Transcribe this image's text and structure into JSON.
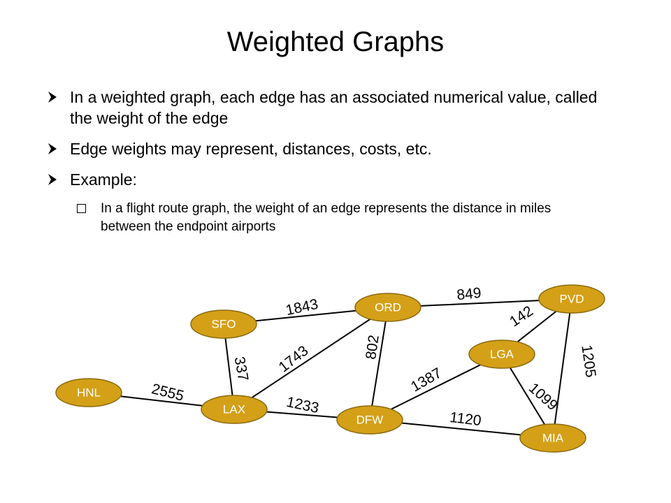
{
  "title": "Weighted Graphs",
  "bullets": [
    "In a weighted graph, each edge has an associated numerical value, called the weight of the edge",
    "Edge weights may represent, distances, costs, etc.",
    "Example:"
  ],
  "sub_bullet": "In a  flight route graph, the weight of an edge represents the distance in miles between the endpoint airports",
  "colors": {
    "node_fill": "#d4a017",
    "node_stroke": "#8a6a10",
    "edge": "#000000"
  },
  "graph": {
    "nodes": [
      "HNL",
      "LAX",
      "SFO",
      "ORD",
      "DFW",
      "PVD",
      "LGA",
      "MIA"
    ],
    "edges": [
      {
        "from": "HNL",
        "to": "LAX",
        "weight": "2555"
      },
      {
        "from": "SFO",
        "to": "LAX",
        "weight": "337"
      },
      {
        "from": "SFO",
        "to": "ORD",
        "weight": "1843"
      },
      {
        "from": "LAX",
        "to": "ORD",
        "weight": "1743"
      },
      {
        "from": "LAX",
        "to": "DFW",
        "weight": "1233"
      },
      {
        "from": "ORD",
        "to": "DFW",
        "weight": "802"
      },
      {
        "from": "ORD",
        "to": "PVD",
        "weight": "849"
      },
      {
        "from": "DFW",
        "to": "LGA",
        "weight": "1387"
      },
      {
        "from": "DFW",
        "to": "MIA",
        "weight": "1120"
      },
      {
        "from": "LGA",
        "to": "PVD",
        "weight": "142"
      },
      {
        "from": "LGA",
        "to": "MIA",
        "weight": "1099"
      },
      {
        "from": "PVD",
        "to": "MIA",
        "weight": "1205"
      }
    ]
  }
}
